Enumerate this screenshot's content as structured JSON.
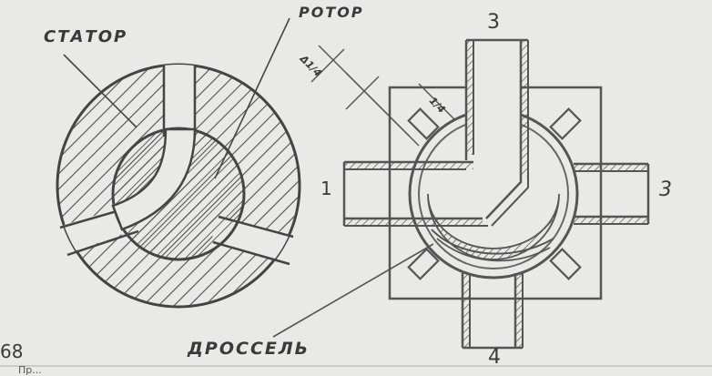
{
  "labels": {
    "stator": "СТАТОР",
    "rotor": "РОТОР",
    "drossel": "ДРОССЕЛЬ",
    "port_top": "3",
    "port_right": "3",
    "port_left": "1",
    "port_bottom": "4",
    "page_number": "68",
    "dim_a": "Δ1/4",
    "dim_b": "1/4",
    "caption_fragment": "Пр..."
  },
  "colors": {
    "paper": "#e9e9e7",
    "ink": "#4a4a4a",
    "hatch": "#5a5a5a"
  }
}
